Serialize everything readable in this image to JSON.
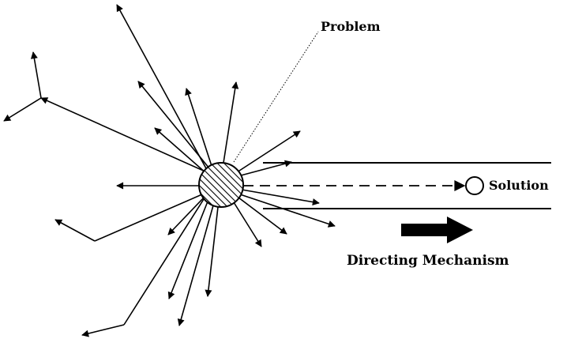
{
  "labels": {
    "problem": "Problem",
    "solution": "Solution",
    "directing_mechanism": "Directing Mechanism"
  },
  "colors": {
    "ink": "#000000",
    "background": "#ffffff"
  }
}
